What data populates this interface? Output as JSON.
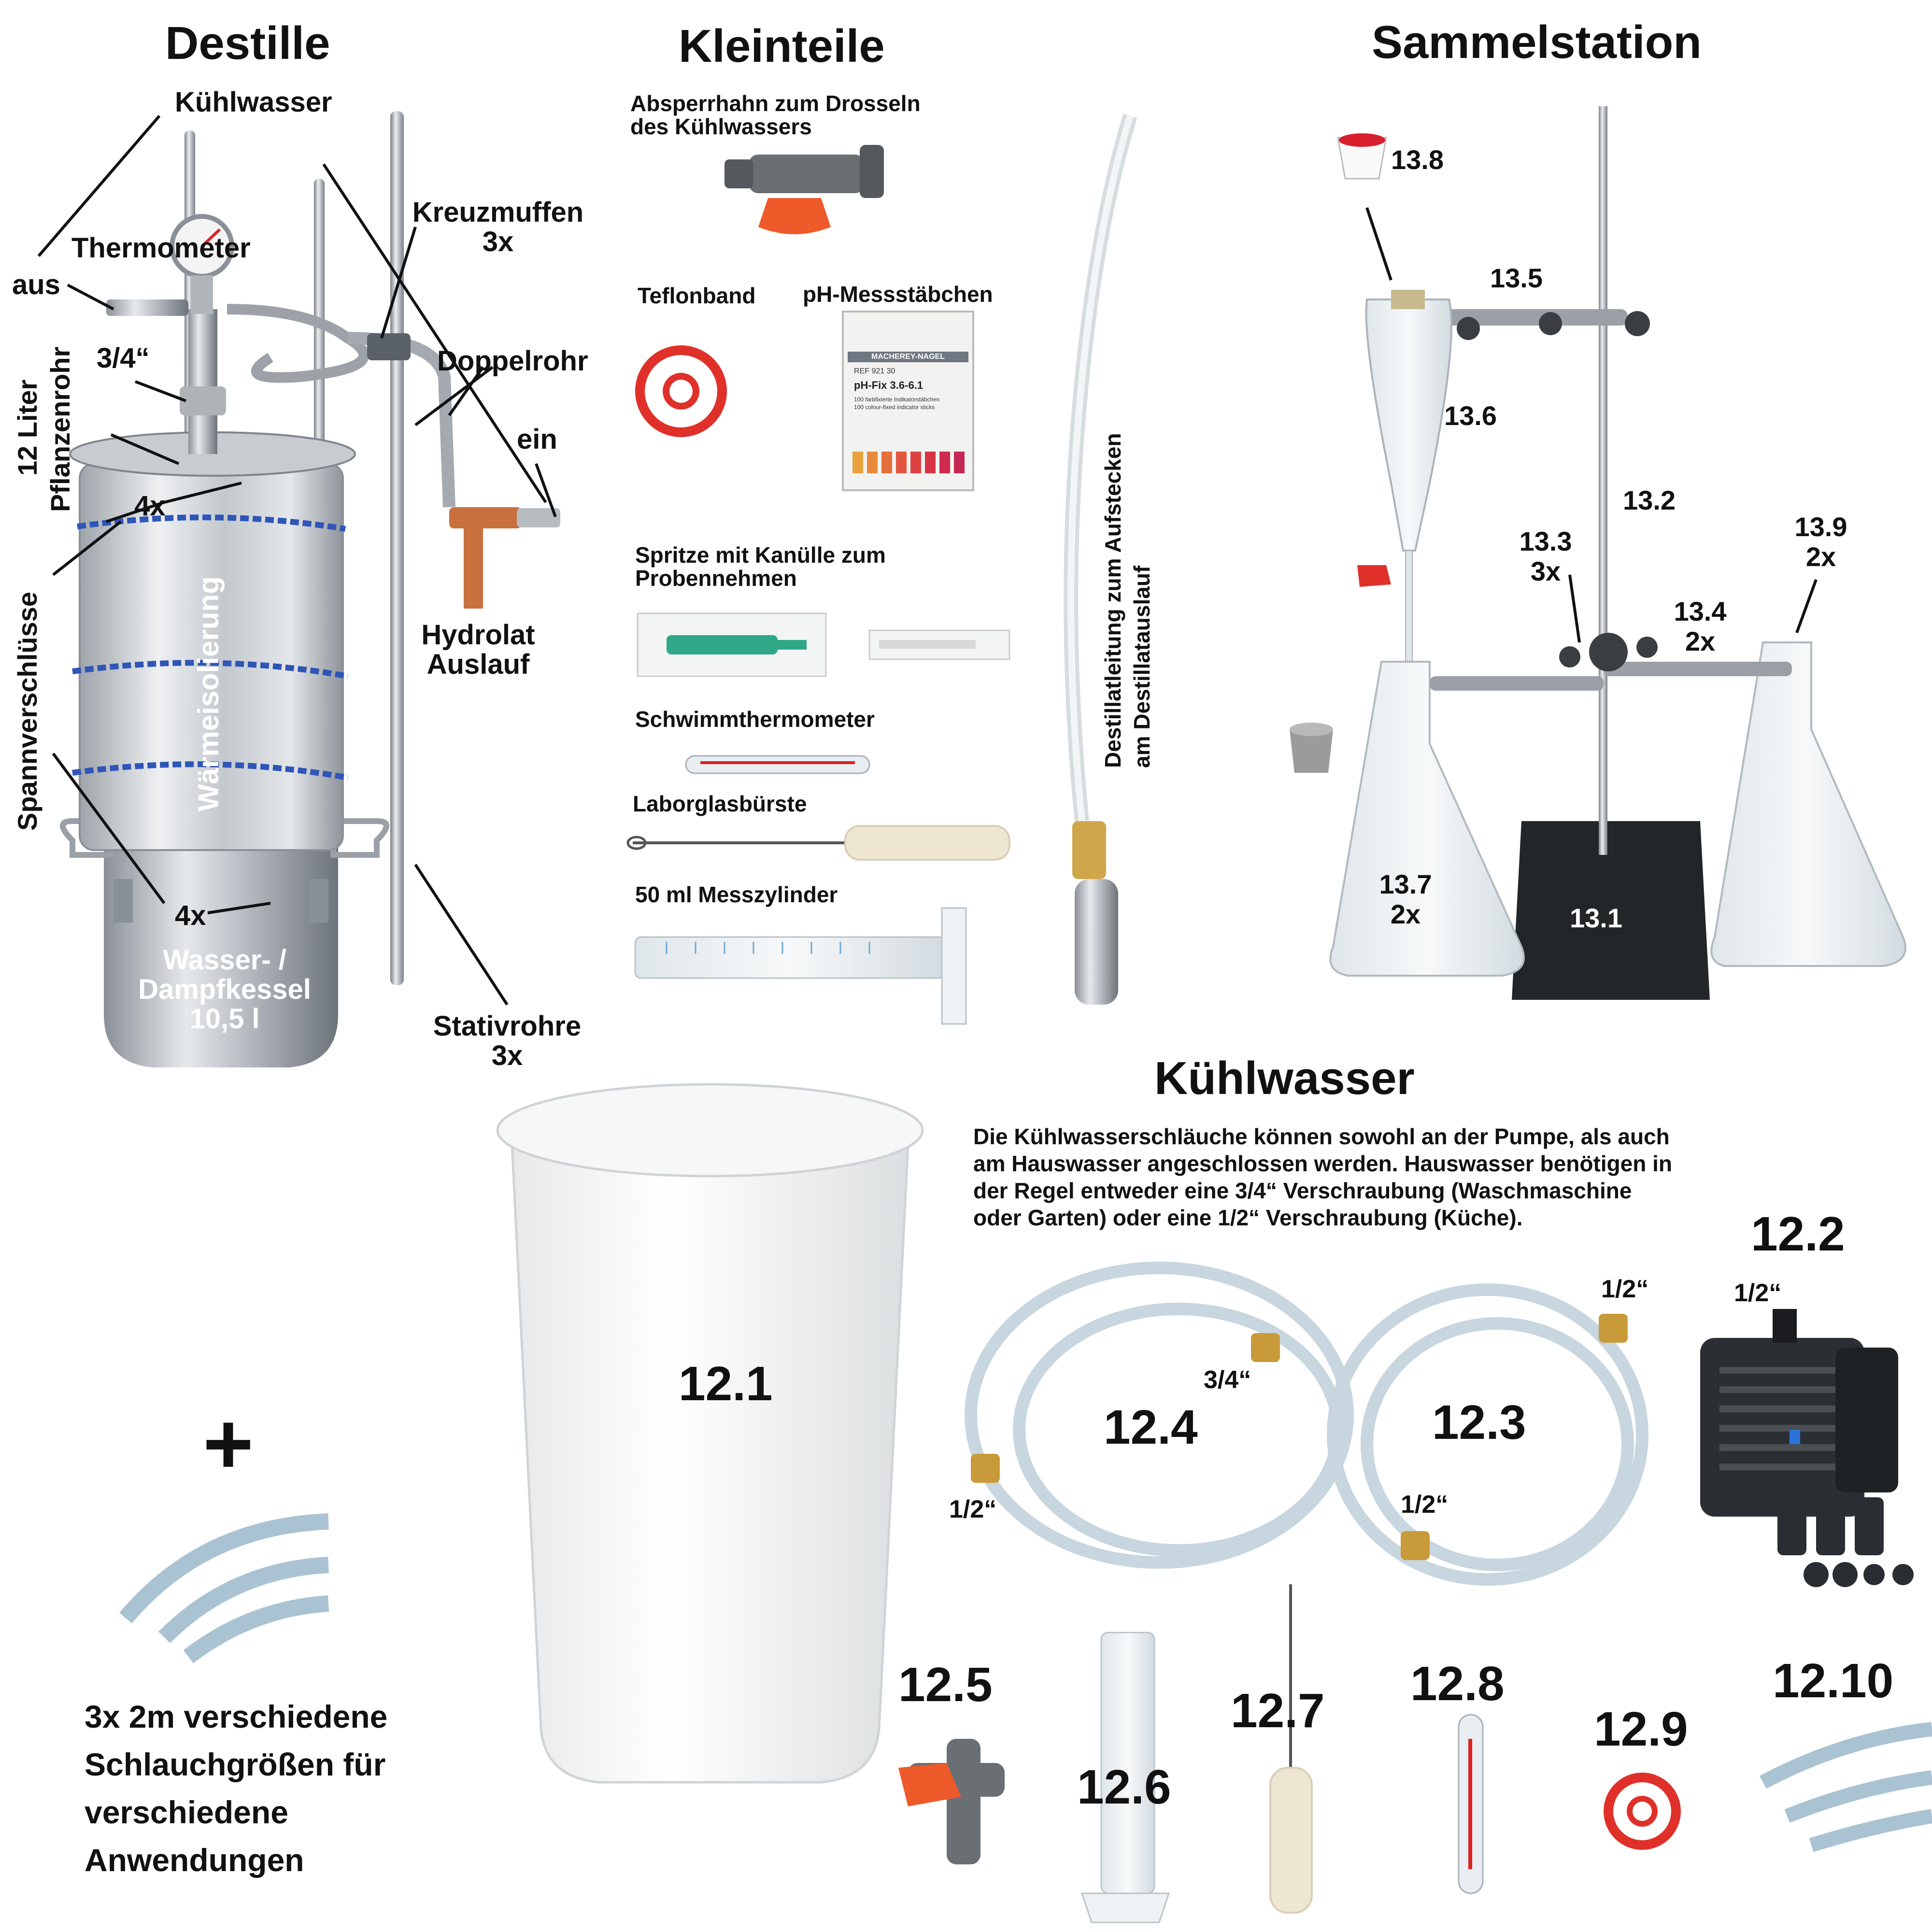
{
  "sections": {
    "destille": "Destille",
    "kleinteile": "Kleinteile",
    "sammelstation": "Sammelstation",
    "kuehlwasser": "Kühlwasser"
  },
  "destille": {
    "kuehlwasser": "Kühlwasser",
    "thermometer": "Thermometer",
    "aus": "aus",
    "kreuzmuffen": "Kreuzmuffen",
    "kreuzmuffen_count": "3x",
    "three_quarter": "3/4“",
    "doppelrohr": "Doppelrohr",
    "ein": "ein",
    "liter_line1": "12 Liter",
    "liter_line2": "Pflanzenrohr",
    "count_top": "4x",
    "waermeisolierung": "Wärmeisolierung",
    "hydrolat_line1": "Hydrolat",
    "hydrolat_line2": "Auslauf",
    "spannverschluesse": "Spannverschlüsse",
    "count_bottom": "4x",
    "kessel_line1": "Wasser- /",
    "kessel_line2": "Dampfkessel",
    "kessel_line3": "10,5 l",
    "stativrohre": "Stativrohre",
    "stativrohre_count": "3x"
  },
  "kleinteile": {
    "absperrhahn_line1": "Absperrhahn zum Drosseln",
    "absperrhahn_line2": "des Kühlwassers",
    "teflonband": "Teflonband",
    "ph": "pH-Messstäbchen",
    "ph_box_brand": "MACHEREY-NAGEL",
    "ph_box_ref": "REF 921 30",
    "ph_box_name": "pH-Fix 3.6-6.1",
    "ph_box_line1": "100 farbfixierte Indikatorstäbchen",
    "ph_box_line2": "100 colour-fixed indicator sticks",
    "spritze_line1": "Spritze mit Kanülle zum",
    "spritze_line2": "Probennehmen",
    "schwimmthermometer": "Schwimmthermometer",
    "laborglasbuerste": "Laborglasbürste",
    "messzylinder": "50 ml Messzylinder",
    "destillatleitung_line1": "Destillatleitung zum Aufstecken",
    "destillatleitung_line2": "am Destillatauslauf"
  },
  "sammelstation": {
    "n13_8": "13.8",
    "n13_5": "13.5",
    "n13_6": "13.6",
    "n13_2": "13.2",
    "n13_3": "13.3",
    "n13_3_count": "3x",
    "n13_9": "13.9",
    "n13_9_count": "2x",
    "n13_4": "13.4",
    "n13_4_count": "2x",
    "n13_7": "13.7",
    "n13_7_count": "2x",
    "n13_1": "13.1"
  },
  "kuehl": {
    "paragraph": "Die Kühlwasserschläuche können sowohl an der Pumpe, als auch am Hauswasser angeschlossen werden. Hauswasser benötigen in der Regel entweder eine 3/4“ Verschraubung (Waschmaschine oder Garten) oder eine 1/2“ Verschraubung (Küche).",
    "n12_1": "12.1",
    "n12_2": "12.2",
    "n12_3": "12.3",
    "n12_4": "12.4",
    "n12_5": "12.5",
    "n12_6": "12.6",
    "n12_7": "12.7",
    "n12_8": "12.8",
    "n12_9": "12.9",
    "n12_10": "12.10",
    "half_inch_pump": "1/2“",
    "half_inch_123_top": "1/2“",
    "half_inch_123_bottom": "1/2“",
    "three_quarter_124": "3/4“",
    "half_inch_124": "1/2“"
  },
  "extra": {
    "plus": "+",
    "text_line1": "3x 2m verschiedene",
    "text_line2": "Schlauchgrößen für",
    "text_line3": "verschiedene",
    "text_line4": "Anwendungen"
  },
  "colors": {
    "steel": "#b8bcc1",
    "steel_dark": "#7f858c",
    "copper": "#c8703e",
    "red": "#e0302a",
    "orange": "#ee5a2a",
    "tube": "#cfe0ea",
    "blue_rope": "#2f55b8",
    "black_base": "#222629"
  },
  "icons": [
    "arrow-icon",
    "thermometer-icon",
    "plus-icon"
  ]
}
